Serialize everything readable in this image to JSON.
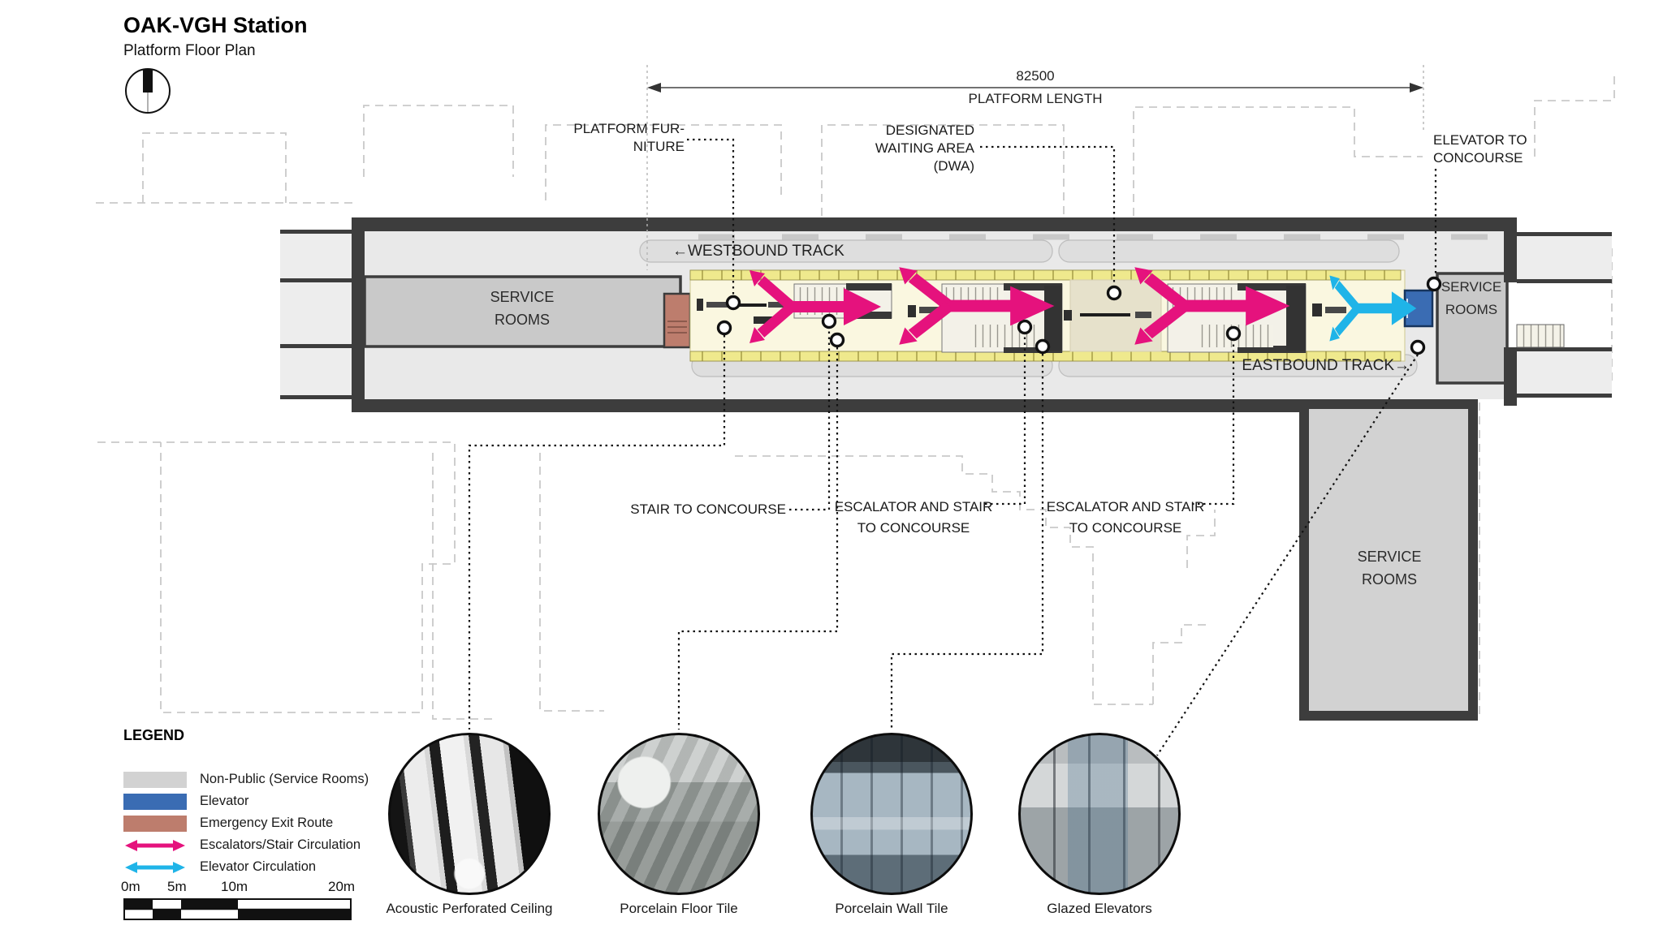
{
  "title": {
    "main": "OAK-VGH Station",
    "subtitle": "Platform Floor Plan"
  },
  "dimension": {
    "value": "82500",
    "label": "PLATFORM LENGTH"
  },
  "tracks": {
    "westbound": "←WESTBOUND TRACK",
    "eastbound": "EASTBOUND TRACK→"
  },
  "rooms": {
    "left": {
      "line1": "SERVICE",
      "line2": "ROOMS"
    },
    "right": {
      "line1": "SERVICE",
      "line2": "ROOMS"
    },
    "lower": {
      "line1": "SERVICE",
      "line2": "ROOMS"
    }
  },
  "callouts": {
    "furniture": {
      "line1": "PLATFORM FUR-",
      "line2": "NITURE"
    },
    "dwa": {
      "line1": "DESIGNATED",
      "line2": "WAITING AREA",
      "line3": "(DWA)"
    },
    "elevator": {
      "line1": "ELEVATOR TO",
      "line2": "CONCOURSE"
    },
    "stair": "STAIR TO CONCOURSE",
    "escalator1": {
      "line1": "ESCALATOR AND STAIR",
      "line2": "TO CONCOURSE"
    },
    "escalator2": {
      "line1": "ESCALATOR AND STAIR",
      "line2": "TO CONCOURSE"
    }
  },
  "legend": {
    "heading": "LEGEND",
    "items": [
      {
        "label": "Non-Public (Service Rooms)"
      },
      {
        "label": "Elevator"
      },
      {
        "label": "Emergency Exit Route"
      },
      {
        "label": "Escalators/Stair Circulation"
      },
      {
        "label": "Elevator Circulation"
      }
    ]
  },
  "scale_bar": {
    "labels": [
      "0m",
      "5m",
      "10m",
      "20m"
    ]
  },
  "photos": [
    {
      "caption": "Acoustic Perforated Ceiling"
    },
    {
      "caption": "Porcelain Floor Tile"
    },
    {
      "caption": "Porcelain Wall Tile"
    },
    {
      "caption": "Glazed Elevators"
    }
  ],
  "colors": {
    "non_public": "#D2D2D2",
    "service_fill": "#C9C9C9",
    "elevator": "#3A6CB3",
    "emergency": "#BD7D6D",
    "escalator_arrow": "#E5127D",
    "elevator_arrow": "#1FB4E8",
    "platform": "#FAF7E0",
    "tactile": "#EFE98D"
  }
}
